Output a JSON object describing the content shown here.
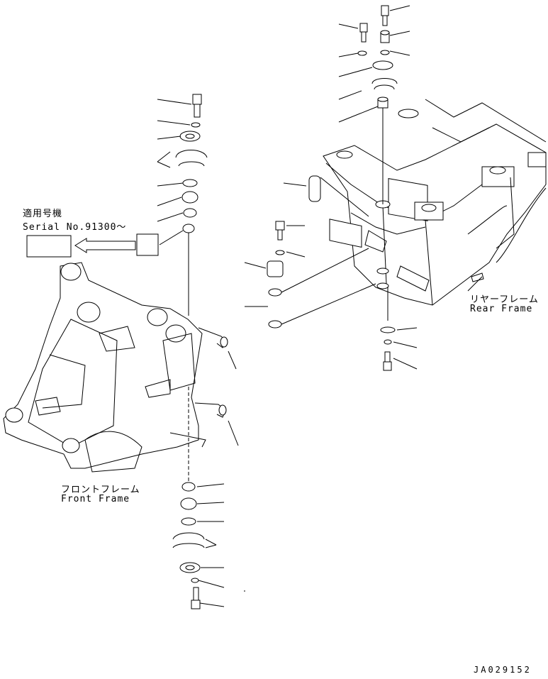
{
  "applicable_serial": {
    "label_jp": "適用号機",
    "label_en": "Serial No.91300～"
  },
  "front_frame": {
    "label_jp": "フロントフレーム",
    "label_en": "Front Frame"
  },
  "rear_frame": {
    "label_jp": "リヤーフレーム",
    "label_en": "Rear Frame"
  },
  "drawing_id": "JA029152"
}
